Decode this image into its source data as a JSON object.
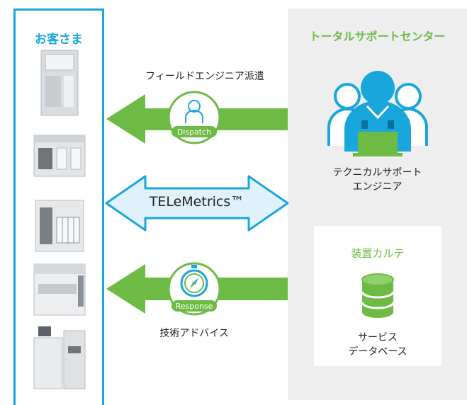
{
  "customer": {
    "title": "お客さま",
    "machines": [
      "machine-1",
      "machine-2",
      "machine-3",
      "machine-4",
      "machine-5"
    ]
  },
  "support_center": {
    "title": "トータルサポートセンター",
    "engineer_label_line1": "テクニカルサポート",
    "engineer_label_line2": "エンジニア",
    "database": {
      "title": "装置カルテ",
      "label_line1": "サービス",
      "label_line2": "データベース"
    }
  },
  "flows": {
    "dispatch": {
      "caption": "フィールドエンジニア派遣",
      "badge": "Dispatch",
      "direction": "to-customer"
    },
    "telemetrics": {
      "label": "TELeMetrics™",
      "direction": "bidirectional"
    },
    "response": {
      "caption": "技術アドバイス",
      "badge": "Response",
      "direction": "to-customer"
    }
  },
  "colors": {
    "customer_blue": "#19a6dc",
    "support_green": "#6dbb45",
    "arrow_green": "#6dbb45",
    "telemetrics_fill": "#dff1fa",
    "panel_gray": "#eeeeef"
  }
}
